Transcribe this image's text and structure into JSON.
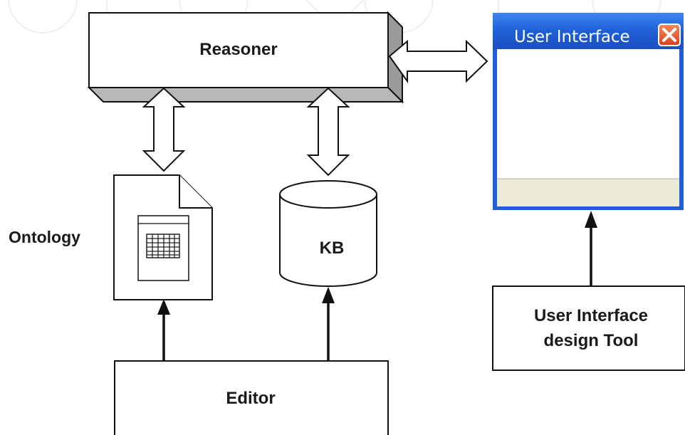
{
  "reasoner": {
    "label": "Reasoner"
  },
  "ontology": {
    "label": "Ontology"
  },
  "kb": {
    "label": "KB"
  },
  "editor": {
    "label": "Editor"
  },
  "ui_window": {
    "title": "User Interface",
    "close_icon": "close-icon",
    "title_color": "#1f5fd6",
    "close_color": "#e2522a"
  },
  "ui_tool": {
    "line1": "User Interface",
    "line2": "design Tool"
  }
}
